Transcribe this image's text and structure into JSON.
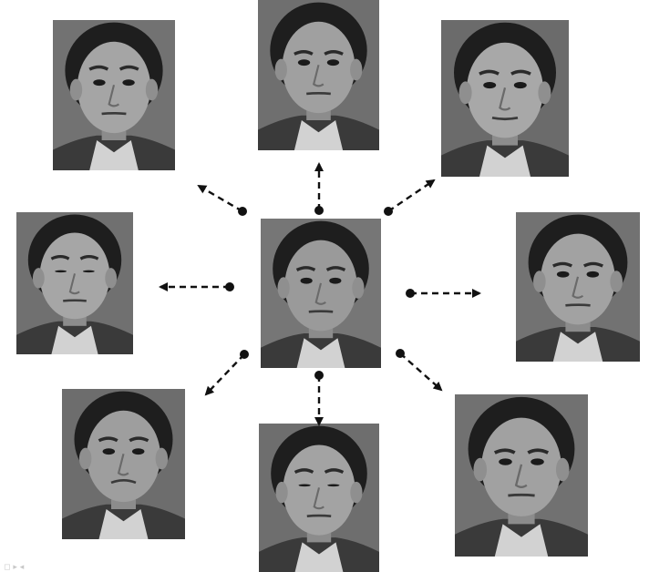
{
  "diagram": {
    "layout": "radial",
    "description_visible_text": "",
    "center_photo": {
      "name": "neutral-face",
      "shirt": "#cfcfcf",
      "hair": "#1c1c1c",
      "skin": "#9a9a9a",
      "background": "#767676"
    },
    "outer_photos": [
      {
        "name": "face-top-left",
        "background": "#727272",
        "skin": "#a5a5a5"
      },
      {
        "name": "face-top",
        "background": "#6f6f6f",
        "skin": "#a0a0a0"
      },
      {
        "name": "face-top-right",
        "background": "#6b6b6b",
        "skin": "#a8a8a8"
      },
      {
        "name": "face-left",
        "background": "#707070",
        "skin": "#a6a6a6"
      },
      {
        "name": "face-right",
        "background": "#727272",
        "skin": "#a2a2a2"
      },
      {
        "name": "face-bottom-left",
        "background": "#6d6d6d",
        "skin": "#9e9e9e"
      },
      {
        "name": "face-bottom",
        "background": "#6e6e6e",
        "skin": "#a3a3a3"
      },
      {
        "name": "face-bottom-right",
        "background": "#717171",
        "skin": "#a1a1a1"
      }
    ],
    "arrow_color": "#111111",
    "arrow_style": "dashed-with-dot-origin"
  }
}
